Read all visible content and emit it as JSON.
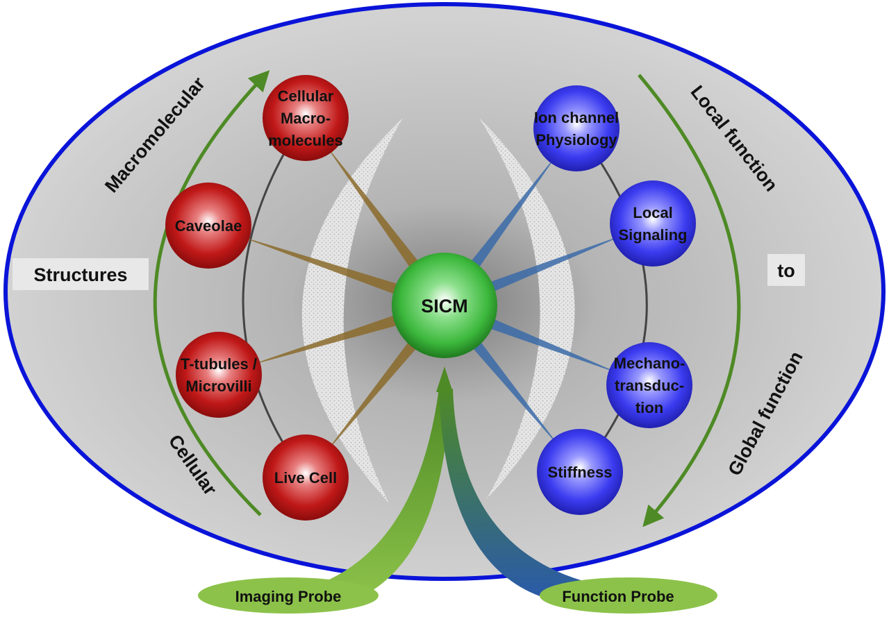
{
  "center": {
    "label": "SICM"
  },
  "structures": {
    "heading": "Structures",
    "top_label": "Macromolecular",
    "bottom_label": "Cellular",
    "items": [
      {
        "lines": [
          "Cellular",
          "Macro-",
          "molecules"
        ]
      },
      {
        "lines": [
          "Caveolae"
        ]
      },
      {
        "lines": [
          "T-tubules /",
          "Microvilli"
        ]
      },
      {
        "lines": [
          "Live Cell"
        ]
      }
    ]
  },
  "functions": {
    "top_label": "Local function",
    "middle_label": "to",
    "bottom_label": "Global function",
    "items": [
      {
        "lines": [
          "Ion channel",
          "Physiology"
        ]
      },
      {
        "lines": [
          "Local",
          "Signaling"
        ]
      },
      {
        "lines": [
          "Mechano-",
          "transduc-",
          "tion"
        ]
      },
      {
        "lines": [
          "Stiffness"
        ]
      }
    ]
  },
  "probes": {
    "imaging": "Imaging Probe",
    "function": "Function Probe"
  },
  "colors": {
    "outline": "#0a14d8",
    "structure": "#c01818",
    "function": "#3b3bf0",
    "center": "#3cb83c",
    "arrow": "#4e8a25"
  }
}
